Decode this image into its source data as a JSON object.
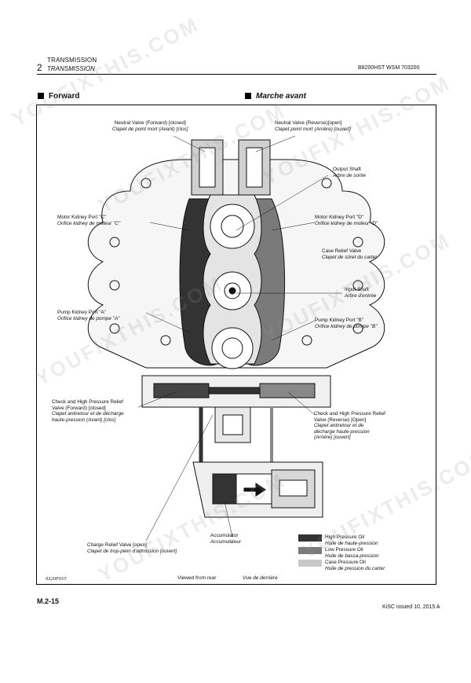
{
  "header": {
    "page_num": "2",
    "section_en": "TRANSMISSION",
    "section_fr": "TRANSMISSION",
    "manual": "B8200HST WSM 703200"
  },
  "titles": {
    "left": "Forward",
    "right": "Marche avant"
  },
  "labels": {
    "neutral_fwd": {
      "en": "Neutral Valve (Forward) [closed]",
      "fr": "Clapet de point mort (Avant) [clos]"
    },
    "neutral_rev": {
      "en": "Neutral Valve (Reverse)[open]",
      "fr": "Clapet point mort (Arrière) [ouvert]"
    },
    "output_shaft": {
      "en": "Output Shaft",
      "fr": "Arbre de sortie"
    },
    "motor_c": {
      "en": "Motor Kidney Port \"C\"",
      "fr": "Orifice kidney de moteur \"C\""
    },
    "motor_d": {
      "en": "Motor Kidney Port \"D\"",
      "fr": "Orifice kidney de moteur \"D\""
    },
    "case_relief": {
      "en": "Case Relief Valve",
      "fr": "Clapet de sûret du carter"
    },
    "input_shaft": {
      "en": "Input Shaft",
      "fr": "Arbre d'entrée"
    },
    "pump_a": {
      "en": "Pump Kidney Port \"A\"",
      "fr": "Orifice kidney de pompe \"A\""
    },
    "pump_b": {
      "en": "Pump Kidney Port \"B\"",
      "fr": "Orifice kidney de pompe \"B\""
    },
    "check_fwd": {
      "en1": "Check and High Pressure Relief",
      "en2": "Valve (Forward) [closed]",
      "fr1": "Clapet antiretour et de décharge",
      "fr2": "haute-pression (Avant) [clos]"
    },
    "check_rev": {
      "en1": "Check and High Pressure Relief",
      "en2": "Valve (Reverse) [Open]",
      "fr1": "Clapet antiretour et de",
      "fr2": "décharge haute-pression",
      "fr3": "(Arrière) [ouvert]"
    },
    "charge_relief": {
      "en": "Charge Relief Valve [open]",
      "fr": "Clapet de trop-plein d'admission [ouvert]"
    },
    "accumulator": {
      "en": "Accumulator",
      "fr": "Accumulateur"
    }
  },
  "legend": [
    {
      "en": "High Pressure Oil",
      "fr": "Huile de haute-pression",
      "color": "#333333"
    },
    {
      "en": "Low Pressure Oil",
      "fr": "Huile de bassa-pression",
      "color": "#7a7a7a"
    },
    {
      "en": "Case Pressure Oil",
      "fr": "Huile de pression du carter",
      "color": "#c8c8c8"
    }
  ],
  "footer": {
    "figure_code": "0320F015",
    "viewed_en": "Viewed from rear",
    "viewed_fr": "Vue de derrière",
    "page": "M.2-15",
    "issued": "KiSC issued 10, 2015 A"
  },
  "watermark": "YOUFIXTHIS.COM"
}
